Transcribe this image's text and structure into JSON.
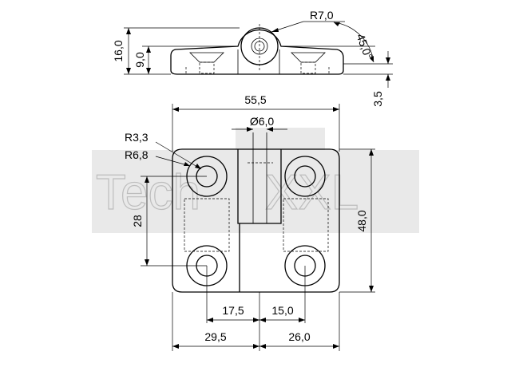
{
  "watermark": {
    "text_left": "Tech",
    "text_right": "XXL"
  },
  "dimensions": {
    "r7": "R7,0",
    "h16": "16,0",
    "h9": "9,0",
    "a45": "45,0°",
    "t35": "3,5",
    "w555": "55,5",
    "d6": "Ø6,0",
    "r33": "R3,3",
    "r68": "R6,8",
    "v28": "28",
    "h48": "48,0",
    "x175": "17,5",
    "x150": "15,0",
    "x295": "29,5",
    "x260": "26,0"
  }
}
